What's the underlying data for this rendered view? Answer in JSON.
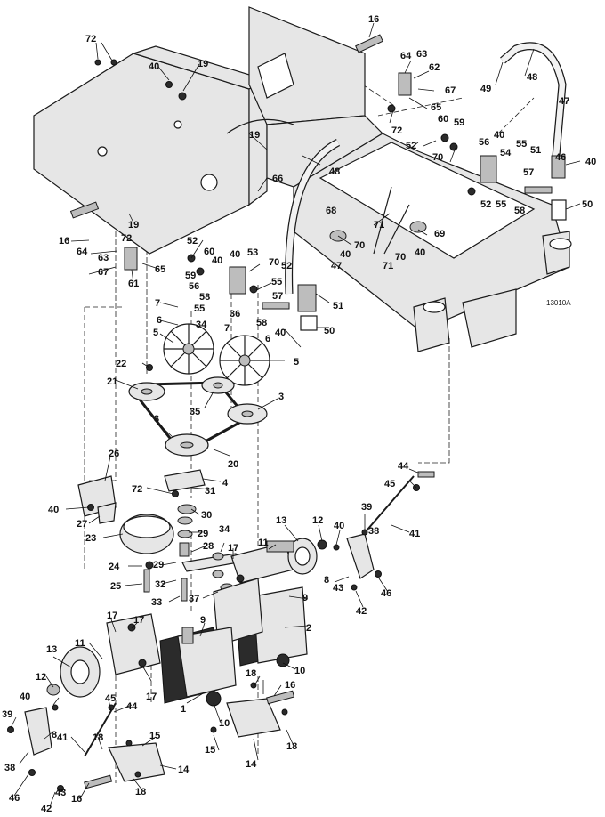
{
  "figure_id": "13010A",
  "callouts": [
    {
      "id": "c1",
      "text": "1"
    },
    {
      "id": "c2",
      "text": "2"
    },
    {
      "id": "c3a",
      "text": "3"
    },
    {
      "id": "c3b",
      "text": "3"
    },
    {
      "id": "c4",
      "text": "4"
    },
    {
      "id": "c5a",
      "text": "5"
    },
    {
      "id": "c5b",
      "text": "5"
    },
    {
      "id": "c6a",
      "text": "6"
    },
    {
      "id": "c6b",
      "text": "6"
    },
    {
      "id": "c7a",
      "text": "7"
    },
    {
      "id": "c7b",
      "text": "7"
    },
    {
      "id": "c8a",
      "text": "8"
    },
    {
      "id": "c8b",
      "text": "8"
    },
    {
      "id": "c9a",
      "text": "9"
    },
    {
      "id": "c9b",
      "text": "9"
    },
    {
      "id": "c10a",
      "text": "10"
    },
    {
      "id": "c10b",
      "text": "10"
    },
    {
      "id": "c11a",
      "text": "11"
    },
    {
      "id": "c11b",
      "text": "11"
    },
    {
      "id": "c12a",
      "text": "12"
    },
    {
      "id": "c12b",
      "text": "12"
    },
    {
      "id": "c13a",
      "text": "13"
    },
    {
      "id": "c13b",
      "text": "13"
    },
    {
      "id": "c14a",
      "text": "14"
    },
    {
      "id": "c14b",
      "text": "14"
    },
    {
      "id": "c15a",
      "text": "15"
    },
    {
      "id": "c15b",
      "text": "15"
    },
    {
      "id": "c16a",
      "text": "16"
    },
    {
      "id": "c16b",
      "text": "16"
    },
    {
      "id": "c16c",
      "text": "16"
    },
    {
      "id": "c16d",
      "text": "16"
    },
    {
      "id": "c17a",
      "text": "17"
    },
    {
      "id": "c17b",
      "text": "17"
    },
    {
      "id": "c17c",
      "text": "17"
    },
    {
      "id": "c17d",
      "text": "17"
    },
    {
      "id": "c18a",
      "text": "18"
    },
    {
      "id": "c18b",
      "text": "18"
    },
    {
      "id": "c18c",
      "text": "18"
    },
    {
      "id": "c18d",
      "text": "18"
    },
    {
      "id": "c19a",
      "text": "19"
    },
    {
      "id": "c19b",
      "text": "19"
    },
    {
      "id": "c19c",
      "text": "19"
    },
    {
      "id": "c20",
      "text": "20"
    },
    {
      "id": "c21",
      "text": "21"
    },
    {
      "id": "c22",
      "text": "22"
    },
    {
      "id": "c23",
      "text": "23"
    },
    {
      "id": "c24",
      "text": "24"
    },
    {
      "id": "c25",
      "text": "25"
    },
    {
      "id": "c26",
      "text": "26"
    },
    {
      "id": "c27",
      "text": "27"
    },
    {
      "id": "c28",
      "text": "28"
    },
    {
      "id": "c29a",
      "text": "29"
    },
    {
      "id": "c29b",
      "text": "29"
    },
    {
      "id": "c30",
      "text": "30"
    },
    {
      "id": "c31",
      "text": "31"
    },
    {
      "id": "c32",
      "text": "32"
    },
    {
      "id": "c33",
      "text": "33"
    },
    {
      "id": "c34a",
      "text": "34"
    },
    {
      "id": "c34b",
      "text": "34"
    },
    {
      "id": "c35",
      "text": "35"
    },
    {
      "id": "c36",
      "text": "36"
    },
    {
      "id": "c37",
      "text": "37"
    },
    {
      "id": "c38a",
      "text": "38"
    },
    {
      "id": "c38b",
      "text": "38"
    },
    {
      "id": "c39a",
      "text": "39"
    },
    {
      "id": "c39b",
      "text": "39"
    },
    {
      "id": "c40a",
      "text": "40"
    },
    {
      "id": "c40b",
      "text": "40"
    },
    {
      "id": "c40c",
      "text": "40"
    },
    {
      "id": "c40d",
      "text": "40"
    },
    {
      "id": "c40e",
      "text": "40"
    },
    {
      "id": "c40f",
      "text": "40"
    },
    {
      "id": "c40g",
      "text": "40"
    },
    {
      "id": "c40h",
      "text": "40"
    },
    {
      "id": "c40i",
      "text": "40"
    },
    {
      "id": "c40j",
      "text": "40"
    },
    {
      "id": "c40k",
      "text": "40"
    },
    {
      "id": "c41a",
      "text": "41"
    },
    {
      "id": "c41b",
      "text": "41"
    },
    {
      "id": "c42a",
      "text": "42"
    },
    {
      "id": "c42b",
      "text": "42"
    },
    {
      "id": "c43a",
      "text": "43"
    },
    {
      "id": "c43b",
      "text": "43"
    },
    {
      "id": "c44a",
      "text": "44"
    },
    {
      "id": "c44b",
      "text": "44"
    },
    {
      "id": "c45a",
      "text": "45"
    },
    {
      "id": "c45b",
      "text": "45"
    },
    {
      "id": "c46a",
      "text": "46"
    },
    {
      "id": "c46b",
      "text": "46"
    },
    {
      "id": "c46c",
      "text": "46"
    },
    {
      "id": "c47a",
      "text": "47"
    },
    {
      "id": "c47b",
      "text": "47"
    },
    {
      "id": "c48a",
      "text": "48"
    },
    {
      "id": "c48b",
      "text": "48"
    },
    {
      "id": "c49",
      "text": "49"
    },
    {
      "id": "c50a",
      "text": "50"
    },
    {
      "id": "c50b",
      "text": "50"
    },
    {
      "id": "c51a",
      "text": "51"
    },
    {
      "id": "c51b",
      "text": "51"
    },
    {
      "id": "c52a",
      "text": "52"
    },
    {
      "id": "c52b",
      "text": "52"
    },
    {
      "id": "c52c",
      "text": "52"
    },
    {
      "id": "c52d",
      "text": "52"
    },
    {
      "id": "c53",
      "text": "53"
    },
    {
      "id": "c54",
      "text": "54"
    },
    {
      "id": "c55a",
      "text": "55"
    },
    {
      "id": "c55b",
      "text": "55"
    },
    {
      "id": "c55c",
      "text": "55"
    },
    {
      "id": "c55d",
      "text": "55"
    },
    {
      "id": "c56a",
      "text": "56"
    },
    {
      "id": "c56b",
      "text": "56"
    },
    {
      "id": "c57a",
      "text": "57"
    },
    {
      "id": "c57b",
      "text": "57"
    },
    {
      "id": "c58a",
      "text": "58"
    },
    {
      "id": "c58b",
      "text": "58"
    },
    {
      "id": "c58c",
      "text": "58"
    },
    {
      "id": "c59a",
      "text": "59"
    },
    {
      "id": "c59b",
      "text": "59"
    },
    {
      "id": "c60a",
      "text": "60"
    },
    {
      "id": "c60b",
      "text": "60"
    },
    {
      "id": "c61",
      "text": "61"
    },
    {
      "id": "c62",
      "text": "62"
    },
    {
      "id": "c63a",
      "text": "63"
    },
    {
      "id": "c63b",
      "text": "63"
    },
    {
      "id": "c64a",
      "text": "64"
    },
    {
      "id": "c64b",
      "text": "64"
    },
    {
      "id": "c65a",
      "text": "65"
    },
    {
      "id": "c65b",
      "text": "65"
    },
    {
      "id": "c66",
      "text": "66"
    },
    {
      "id": "c67a",
      "text": "67"
    },
    {
      "id": "c67b",
      "text": "67"
    },
    {
      "id": "c68",
      "text": "68"
    },
    {
      "id": "c69",
      "text": "69"
    },
    {
      "id": "c70a",
      "text": "70"
    },
    {
      "id": "c70b",
      "text": "70"
    },
    {
      "id": "c70c",
      "text": "70"
    },
    {
      "id": "c70d",
      "text": "70"
    },
    {
      "id": "c71a",
      "text": "71"
    },
    {
      "id": "c71b",
      "text": "71"
    },
    {
      "id": "c72a",
      "text": "72"
    },
    {
      "id": "c72b",
      "text": "72"
    },
    {
      "id": "c72c",
      "text": "72"
    },
    {
      "id": "c72d",
      "text": "72"
    }
  ]
}
